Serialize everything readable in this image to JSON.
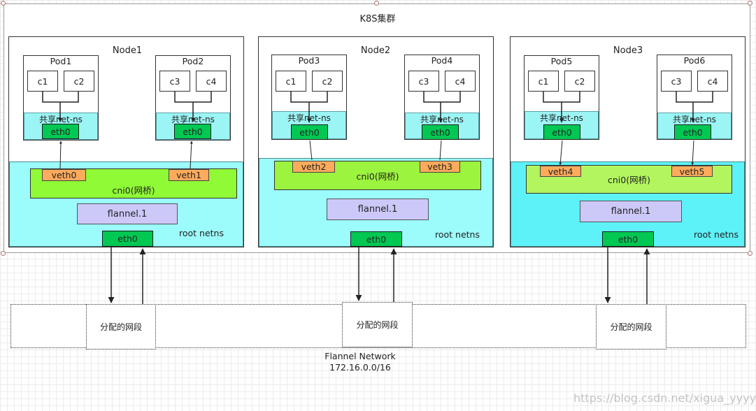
{
  "cluster": {
    "title": "K8S集群"
  },
  "nodes": [
    {
      "name": "Node1",
      "pods": [
        {
          "name": "Pod1",
          "containers": [
            "c1",
            "c2"
          ],
          "netns": "共享net-ns",
          "eth": "eth0"
        },
        {
          "name": "Pod2",
          "containers": [
            "c3",
            "c4"
          ],
          "netns": "共享net-ns",
          "eth": "eth0"
        }
      ],
      "bridge": "cni0(网桥)",
      "veths": [
        "veth0",
        "veth1"
      ],
      "flannel": "flannel.1",
      "root_netns": "root netns",
      "eth": "eth0"
    },
    {
      "name": "Node2",
      "pods": [
        {
          "name": "Pod3",
          "containers": [
            "c1",
            "c2"
          ],
          "netns": "共享net-ns",
          "eth": "eth0"
        },
        {
          "name": "Pod4",
          "containers": [
            "c3",
            "c4"
          ],
          "netns": "共享net-ns",
          "eth": "eth0"
        }
      ],
      "bridge": "cni0(网桥)",
      "veths": [
        "veth2",
        "veth3"
      ],
      "flannel": "flannel.1",
      "root_netns": "root netns",
      "eth": "eth0"
    },
    {
      "name": "Node3",
      "pods": [
        {
          "name": "Pod5",
          "containers": [
            "c1",
            "c2"
          ],
          "netns": "共享net-ns",
          "eth": "eth0"
        },
        {
          "name": "Pod6",
          "containers": [
            "c3",
            "c4"
          ],
          "netns": "共享net-ns",
          "eth": "eth0"
        }
      ],
      "bridge": "cni0(网桥)",
      "veths": [
        "veth4",
        "veth5"
      ],
      "flannel": "flannel.1",
      "root_netns": "root netns",
      "eth": "eth0"
    }
  ],
  "network": {
    "segment_label": "分配的网段",
    "name": "Flannel Network",
    "cidr": "172.16.0.0/16"
  },
  "watermark": "https://blog.csdn.net/xigua_yyyyy",
  "colors": {
    "eth": "#00c853",
    "netns": "#9cf5f5",
    "veth": "#ffab5c",
    "flannel": "#ccc8f8",
    "root_node1_2": "#9cfbfb",
    "root_node3": "#5cf2f7",
    "bridge_node1": "#8ffa35",
    "bridge_node2": "#9cf43e",
    "bridge_node3": "#b2f55f"
  }
}
